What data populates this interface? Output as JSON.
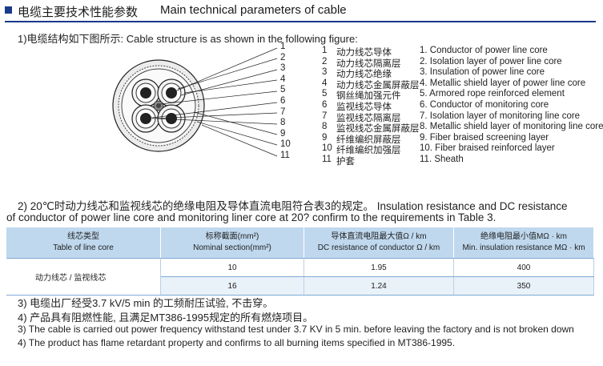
{
  "header": {
    "title_cn": "电缆主要技术性能参数",
    "title_en": "Main technical parameters of cable"
  },
  "section1": {
    "intro": "1)电缆结构如下图所示:  Cable structure is as shown in the following figure:"
  },
  "legend": [
    {
      "num": "1",
      "cn": "动力线芯导体",
      "en": "1. Conductor of power line core"
    },
    {
      "num": "2",
      "cn": "动力线芯隔离层",
      "en": "2. Isolation layer of power line core"
    },
    {
      "num": "3",
      "cn": "动力线芯绝缘",
      "en": "3. Insulation of power line core"
    },
    {
      "num": "4",
      "cn": "动力线芯金属屏蔽层",
      "en": "4. Metallic shield layer of power line core"
    },
    {
      "num": "5",
      "cn": "钢丝绳加强元件",
      "en": "5. Armored rope reinforced element"
    },
    {
      "num": "6",
      "cn": "监视线芯导体",
      "en": "6. Conductor of monitoring core"
    },
    {
      "num": "7",
      "cn": "监视线芯隔离层",
      "en": "7. Isolation layer of monitoring line core"
    },
    {
      "num": "8",
      "cn": "监视线芯金属屏蔽层",
      "en": "8. Metallic shield layer of monitoring line core"
    },
    {
      "num": "9",
      "cn": "纤维编织屏蔽层",
      "en": "9. Fiber braised screening layer"
    },
    {
      "num": "10",
      "cn": "纤维编织加强层",
      "en": "10. Fiber braised reinforced layer"
    },
    {
      "num": "11",
      "cn": "护套",
      "en": "11. Sheath"
    }
  ],
  "section2": {
    "line1": "2) 20℃时动力线芯和监视线芯的绝缘电阻及导体直流电阻符合表3的规定。  Insulation resistance and DC resistance",
    "line2": "of conductor of power line core and monitoring liner core at 20? confirm to the requirements in Table 3."
  },
  "table": {
    "headers": [
      {
        "cn": "线芯类型",
        "en": "Table of line core"
      },
      {
        "cn": "标称截面(mm²)",
        "en": "Nominal section(mm²)"
      },
      {
        "cn": "导体直流电阻最大值Ω / km",
        "en": "DC resistance of conductor Ω / km"
      },
      {
        "cn": "绝缘电阻最小值MΩ · km",
        "en": "Min. insulation resistance MΩ · km"
      }
    ],
    "rows": [
      {
        "type": "动力线芯 / 监视线芯",
        "section": "10",
        "dc": "1.95",
        "ins": "400"
      },
      {
        "type": "",
        "section": "16",
        "dc": "1.24",
        "ins": "350"
      }
    ]
  },
  "notes": {
    "n3_cn": "3) 电缆出厂经受3.7 kV/5 min 的工频耐压试验, 不击穿。",
    "n4_cn": "4) 产品具有阻燃性能, 且满足MT386-1995规定的所有燃烧项目。",
    "n3_en": "3) The cable is carried out power frequency withstand test under 3.7 KV in 5 min. before leaving the factory and is not broken down",
    "n4_en": "4) The product has flame retardant property and confirms to all burning items specified in MT386-1995."
  },
  "colors": {
    "accent": "#1a3a8a",
    "table_header": "#bfd8ee",
    "table_rule": "#7fa9d4"
  }
}
